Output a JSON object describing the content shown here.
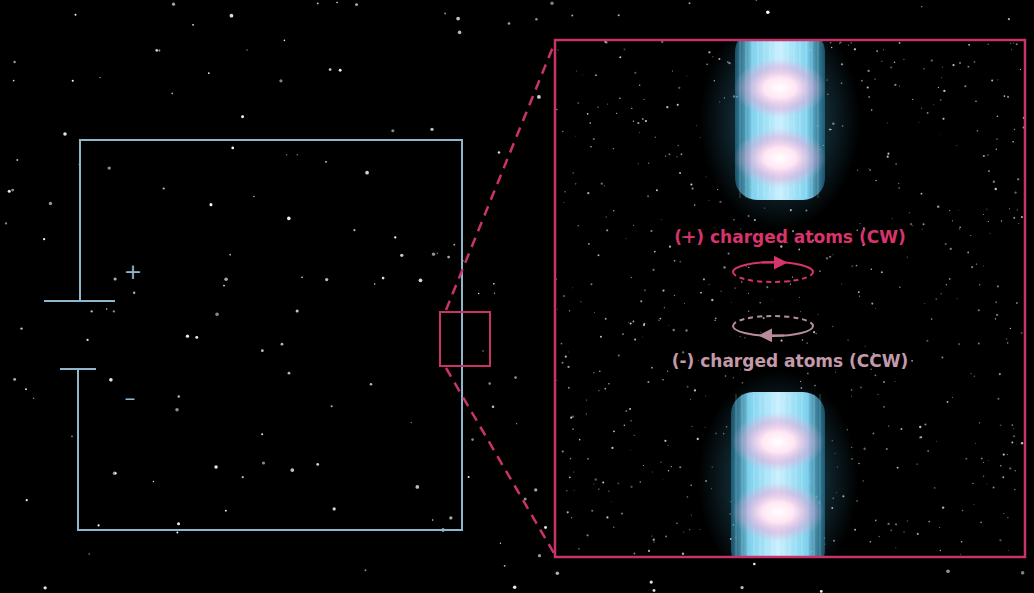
{
  "diagram": {
    "labels": [
      "+",
      "–",
      "(+) charged atoms (CW)",
      "(-) charged atoms (CCW)"
    ]
  }
}
